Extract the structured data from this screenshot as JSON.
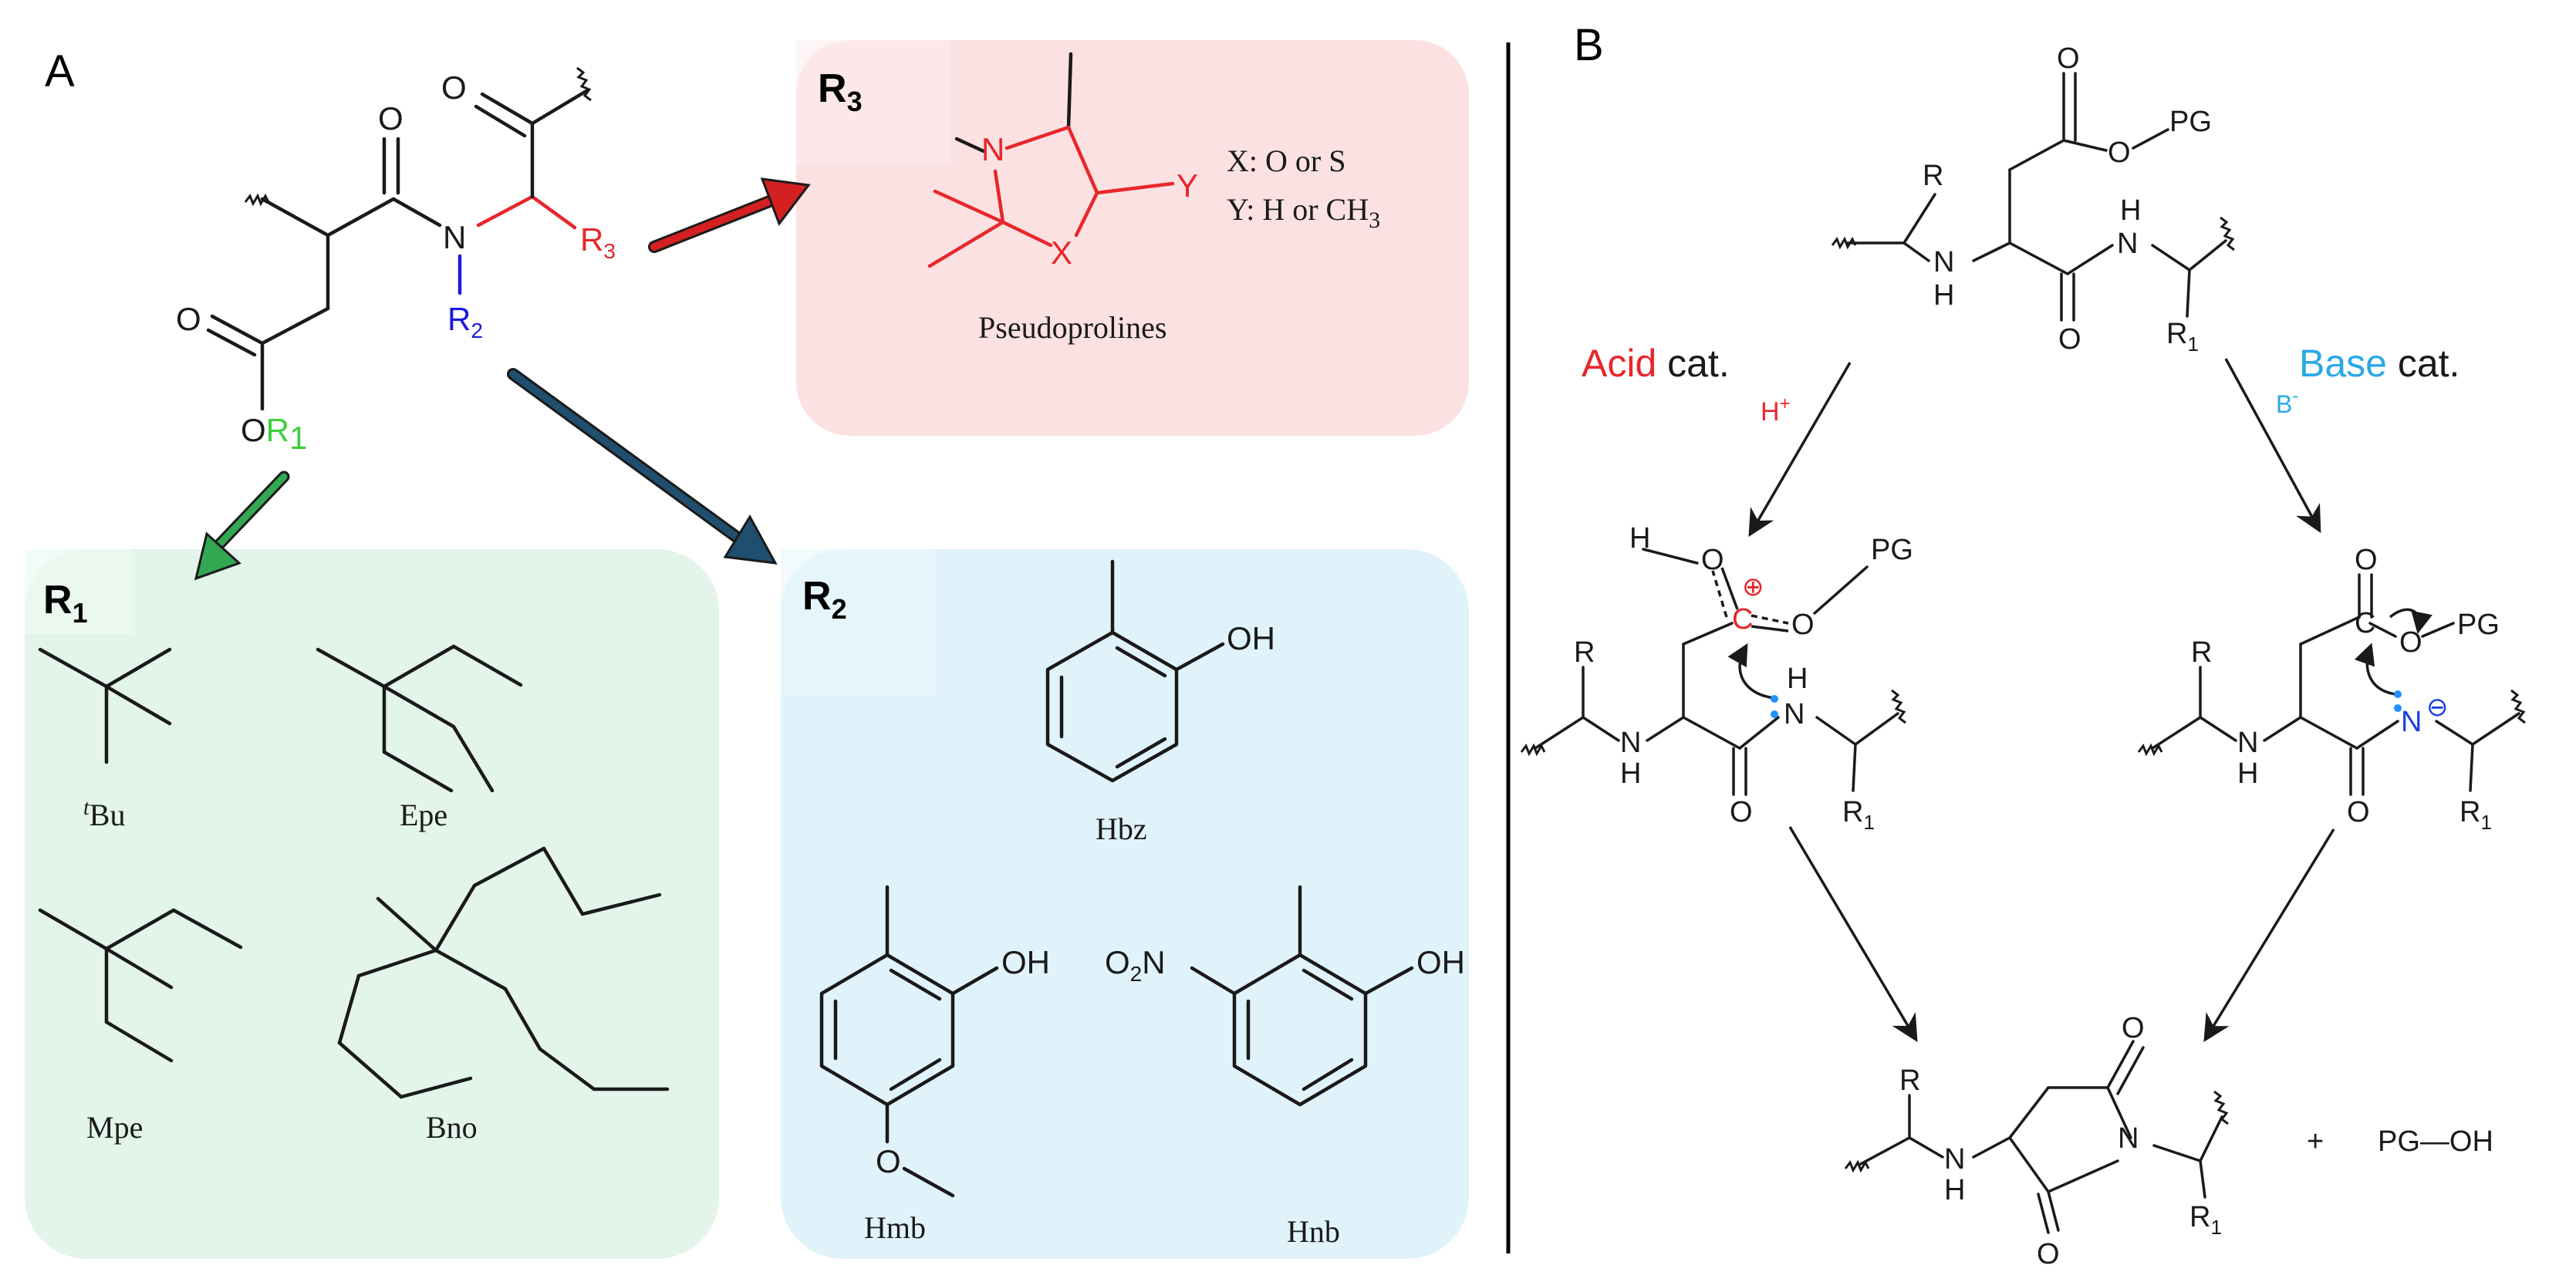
{
  "panel_a": {
    "letter": "A",
    "structure": {
      "o_top": "O",
      "o_mid": "O",
      "o_left": "O",
      "n": "N",
      "o_ester": "O",
      "r1": "R",
      "r1_sub": "1",
      "r2": "R",
      "r2_sub": "2",
      "r3": "R",
      "r3_sub": "3"
    },
    "r3_box": {
      "title": "R",
      "title_sub": "3",
      "n": "N",
      "x_atom": "X",
      "y_atom": "Y",
      "note1": "X: O or S",
      "note2_prefix": "Y: H or CH",
      "note2_sub": "3",
      "caption": "Pseudoprolines"
    },
    "r1_box": {
      "title": "R",
      "title_sub": "1",
      "tbu_sup": "t",
      "tbu": "Bu",
      "epe": "Epe",
      "mpe": "Mpe",
      "bno": "Bno"
    },
    "r2_box": {
      "title": "R",
      "title_sub": "2",
      "hbz_oh": "OH",
      "hbz": "Hbz",
      "hmb_oh": "OH",
      "hmb_o": "O",
      "hmb": "Hmb",
      "hnb_oh": "OH",
      "hnb_no2": "O",
      "hnb_no2_sub": "2",
      "hnb_n": "N",
      "hnb": "Hnb"
    },
    "colors": {
      "r1_green": "#3dcf3d",
      "r2_blue": "#1a1ae0",
      "r3_red": "#e8262b",
      "green_box": "#e3f4ea",
      "blue_box": "#e1f3fa",
      "pink_box": "#fbe1e1"
    }
  },
  "panel_b": {
    "letter": "B",
    "top": {
      "o1": "O",
      "o2": "O",
      "o3": "O",
      "pg": "PG",
      "r": "R",
      "r1": "R",
      "r1_sub": "1",
      "nh1": "N",
      "h1": "H",
      "nh2_h": "H",
      "nh2": "N"
    },
    "acid_label": "Acid",
    "acid_cat": " cat.",
    "acid_reagent": "H",
    "acid_reagent_sup": "+",
    "base_label": "Base",
    "base_cat": " cat.",
    "base_reagent": "B",
    "base_reagent_sup": "-",
    "acid_mid": {
      "h": "H",
      "o1": "O",
      "o2": "O",
      "c": "C",
      "plus": "⊕",
      "pg": "PG",
      "r": "R",
      "nh": "N",
      "h_nh": "H",
      "n2": "N",
      "h2": "H",
      "o_bottom": "O",
      "r1": "R",
      "r1_sub": "1"
    },
    "base_mid": {
      "o_top": "O",
      "c": "C",
      "o2": "O",
      "pg": "PG",
      "r": "R",
      "nh": "N",
      "h_nh": "H",
      "n_minus": "N",
      "minus": "⊖",
      "o_bottom": "O",
      "r1": "R",
      "r1_sub": "1"
    },
    "product": {
      "o_top": "O",
      "o_bottom": "O",
      "n": "N",
      "r": "R",
      "nh": "N",
      "h": "H",
      "r1": "R",
      "r1_sub": "1",
      "plus": "+",
      "byproduct": "PG—OH"
    },
    "colors": {
      "acid_red": "#e8262b",
      "base_cyan": "#29a8e6",
      "n_blue": "#1a3fe0",
      "dot_blue": "#1e90ff"
    }
  }
}
